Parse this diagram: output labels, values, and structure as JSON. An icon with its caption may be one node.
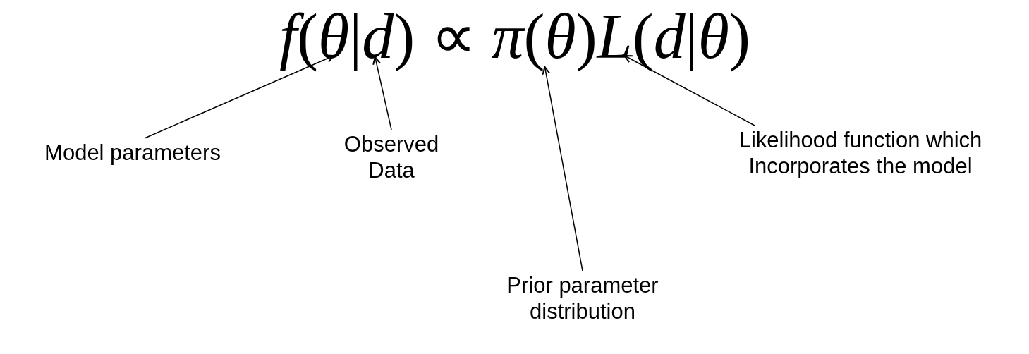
{
  "diagram": {
    "nodes": [
      {
        "text": [
          "*f*(*θ*|*d*) ∝ *π*(*θ*)*L*(*d*|*θ*)"
        ]
      },
      {
        "text": [
          "Model parameters"
        ]
      },
      {
        "text": [
          "Observed Data"
        ]
      },
      {
        "text": [
          "Prior parameter distribution"
        ]
      },
      {
        "text": [
          "Likelihood function which Incorporates the model"
        ]
      }
    ],
    "edges": [
      {
        "from": 1,
        "to": 0,
        "arrow": "to"
      },
      {
        "from": 2,
        "to": 0,
        "arrow": "to"
      },
      {
        "from": 3,
        "to": 0,
        "arrow": "to"
      },
      {
        "from": 4,
        "to": 0,
        "arrow": "to"
      }
    ]
  }
}
